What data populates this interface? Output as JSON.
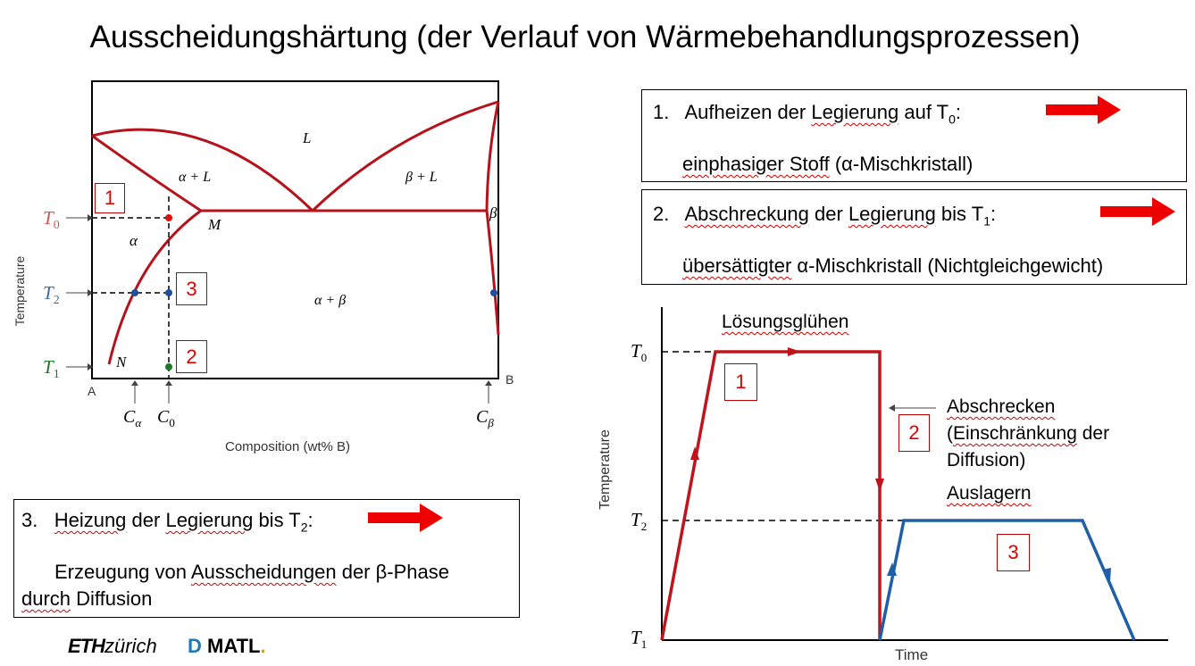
{
  "title": "Ausscheidungshärtung (der Verlauf von Wärmebehandlungsprozessen)",
  "steps": [
    {
      "num": "1.",
      "pre": "Aufheizen der ",
      "key": "Legierung",
      "post": " auf T",
      "sub": "0",
      "tail": ":",
      "detail_a": "einphasiger Stoff",
      "detail_b": " (α-Mischkristall)"
    },
    {
      "num": "2.",
      "pre": "",
      "key": "Abschreckung",
      "post": " der ",
      "key2": "Legierung",
      "post2": " bis T",
      "sub": "1",
      "tail": ":",
      "detail_a": "übersättigter",
      "detail_b": " α-Mischkristall (Nichtgleichgewicht)"
    },
    {
      "num": "3.",
      "pre": "",
      "key": "Heizung",
      "post": " der ",
      "key2": "Legierung",
      "post2": " bis T",
      "sub": "2",
      "tail": ":",
      "detail_1": "Erzeugung von ",
      "detail_2": "Ausscheidungen",
      "detail_3": " der β-Phase",
      "detail_4": "durch",
      "detail_5": " Diffusion"
    }
  ],
  "phase_diagram": {
    "y_axis": "Temperature",
    "x_axis": "Composition (wt% B)",
    "t0": "T",
    "t0_sub": "0",
    "t2": "T",
    "t2_sub": "2",
    "t1": "T",
    "t1_sub": "1",
    "corner_a": "A",
    "corner_b": "B",
    "c_alpha": "C",
    "c_alpha_sub": "α",
    "c_0": "C",
    "c_0_sub": "0",
    "c_beta": "C",
    "c_beta_sub": "β",
    "regions": {
      "L": "L",
      "alpha_L": "α + L",
      "beta_L": "β + L",
      "alpha": "α",
      "alpha_beta": "α + β",
      "beta": "β",
      "M": "M",
      "N": "N"
    },
    "markers": [
      "1",
      "3",
      "2"
    ]
  },
  "heat_chart": {
    "y_axis": "Temperature",
    "x_axis": "Time",
    "t0": "T",
    "t0_sub": "0",
    "t2": "T",
    "t2_sub": "2",
    "t1": "T",
    "t1_sub": "1",
    "label_solution": "Lösungsglühen",
    "label_quench": "Abschrecken",
    "label_quench_2": "(",
    "label_quench_3": "Einschränkung",
    "label_quench_4": " der",
    "label_quench_5": "Diffusion)",
    "label_aging": "Auslagern",
    "markers": [
      "1",
      "2",
      "3"
    ],
    "colors": {
      "solution": "#c0141c",
      "aging": "#1f5fa8"
    }
  },
  "logos": {
    "eth_bold": "ETH",
    "eth_rest": "zürich",
    "d": "D",
    "matl": "MATL",
    "dot": "."
  }
}
